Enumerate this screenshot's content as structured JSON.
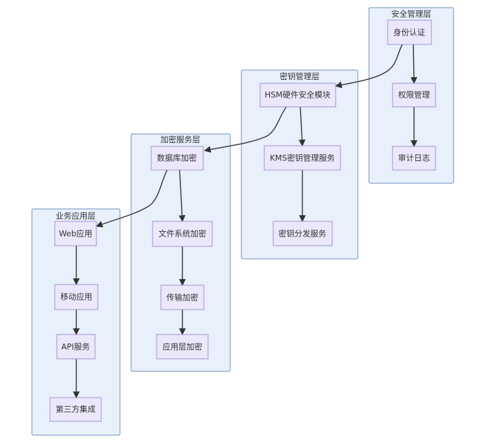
{
  "diagram": {
    "clusters": {
      "security": "安全管理层",
      "keymgmt": "密钥管理层",
      "encsvc": "加密服务层",
      "bizapp": "业务应用层"
    },
    "nodes": {
      "auth": "身份认证",
      "perm": "权限管理",
      "audit": "审计日志",
      "hsm": "HSM硬件安全模块",
      "kms": "KMS密钥管理服务",
      "keydist": "密钥分发服务",
      "dbenc": "数据库加密",
      "fsenc": "文件系统加密",
      "transenc": "传输加密",
      "appenc": "应用层加密",
      "web": "Web应用",
      "mobile": "移动应用",
      "api": "API服务",
      "thirdparty": "第三方集成"
    },
    "edges": [
      [
        "auth",
        "hsm"
      ],
      [
        "auth",
        "perm"
      ],
      [
        "perm",
        "audit"
      ],
      [
        "hsm",
        "dbenc"
      ],
      [
        "hsm",
        "kms"
      ],
      [
        "kms",
        "keydist"
      ],
      [
        "dbenc",
        "web"
      ],
      [
        "dbenc",
        "fsenc"
      ],
      [
        "fsenc",
        "transenc"
      ],
      [
        "transenc",
        "appenc"
      ],
      [
        "web",
        "mobile"
      ],
      [
        "mobile",
        "api"
      ],
      [
        "api",
        "thirdparty"
      ]
    ]
  }
}
